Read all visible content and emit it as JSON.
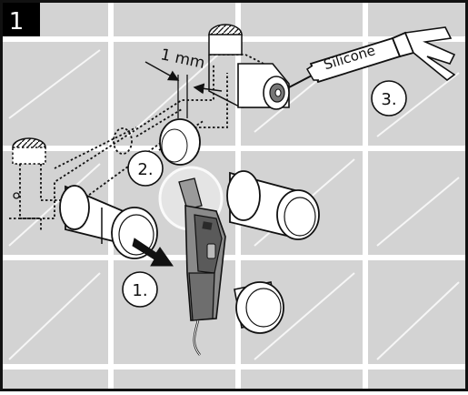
{
  "step": {
    "number": "1"
  },
  "annotations": {
    "gap_label": "1 mm",
    "silicone_label": "Silicone"
  },
  "callouts": [
    {
      "label": "1."
    },
    {
      "label": "2."
    },
    {
      "label": "3."
    }
  ],
  "colors": {
    "tile": "#d3d3d3",
    "grout": "#ffffff",
    "line": "#111111",
    "tool_body": "#8a8a8a",
    "tool_grip": "#5a5a5a",
    "step_badge": "#000000"
  }
}
